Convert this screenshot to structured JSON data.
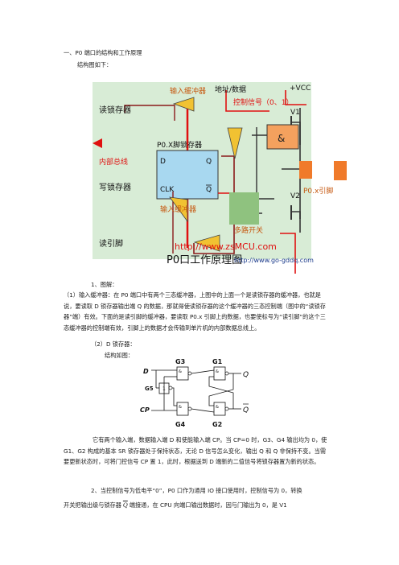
{
  "heading": "一、P0 端口的结构和工作原理",
  "struct_intro": "结构图如下：",
  "fig1": {
    "read_latch": "读锁存器",
    "input_buffer_top": "输入缓冲器",
    "addr_data": "地址/数据",
    "vcc": "+VCC",
    "ctrl_signal": "控制信号（0、1）",
    "latch_title": "P0.X脚锁存器",
    "and_gate": "&",
    "v1": "V1",
    "v2": "V2",
    "internal_bus": "内部总线",
    "d": "D",
    "q": "Q",
    "write_latch": "写锁存器",
    "clk": "CLK",
    "qbar": "Q",
    "pin_label": "P0.x引脚",
    "mux": "多路开关",
    "input_buffer_bottom": "输入缓冲器",
    "read_pin": "读引脚",
    "url1": "http://www.zsMCU.com",
    "p0_title": "P0口工作原理图",
    "url2": "http://www.go-gddq.com"
  },
  "section1": "1、图解：",
  "para1": "（1）输入缓冲器：在 P0 端口中有两个三态缓冲器，上图中的上面一个是读锁存器的缓冲器，也就是说，要读取 D 锁存器输出端 Q 的数据，那就得使读锁存器的这个缓冲器的三态控制端（图中的“读锁存器”端）有效。下面的是读引脚的缓冲器，要读取 P0.x 引脚上的数据，也要使标号为“读引脚”的这个三态缓冲器的控制端有效，引脚上的数据才会传输到单片机的内部数据总线上。",
  "sub2": "（2）D 锁存器：",
  "struct_intro2": "结构如图：",
  "fig2": {
    "g3": "G3",
    "g1": "G1",
    "g5": "G5",
    "g4": "G4",
    "g2": "G2",
    "d": "D",
    "cp": "CP",
    "q": "Q",
    "qbar": "Q",
    "amp": "&",
    "one": "1"
  },
  "para2": "它有两个输入端，数据输入端 D 和使能输入端 CP。当 CP=0 时，G3、G4 输出均为 0，使 G1、G2 构成的基本 SR 锁存器处于保持状态，无论 D 信号怎么变化，输出 Q 和 Q 非保持不变。当需要更新状态时，可将门控信号 CP 置 1，此时，根据送到 D 端新的二值信号将锁存器置为新的状态。",
  "para3_a": "2、当控制信号为低电平“0”，P0 口作为通用 IO 接口使用时，控制信号为 0，转换",
  "para3_b": "开关把输出级与锁存器",
  "para3_q": "Q",
  "para3_c": "端接通，在 CPU 向端口输出数据时，因与门输出为 0，是 V1"
}
